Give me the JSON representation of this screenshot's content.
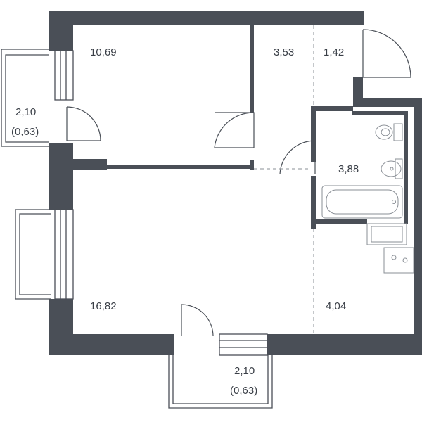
{
  "rooms": {
    "bedroom_area": "10,69",
    "hall_area": "3,53",
    "entry_area": "1,42",
    "bathroom_area": "3,88",
    "living_area": "16,82",
    "kitchen_area": "4,04"
  },
  "balconies": {
    "left_area": "2,10",
    "left_reduced": "(0,63)",
    "bottom_area": "2,10",
    "bottom_reduced": "(0,63)"
  },
  "colors": {
    "wall": "#4a4f57",
    "line": "#8a8f96",
    "text": "#3a3f47"
  }
}
